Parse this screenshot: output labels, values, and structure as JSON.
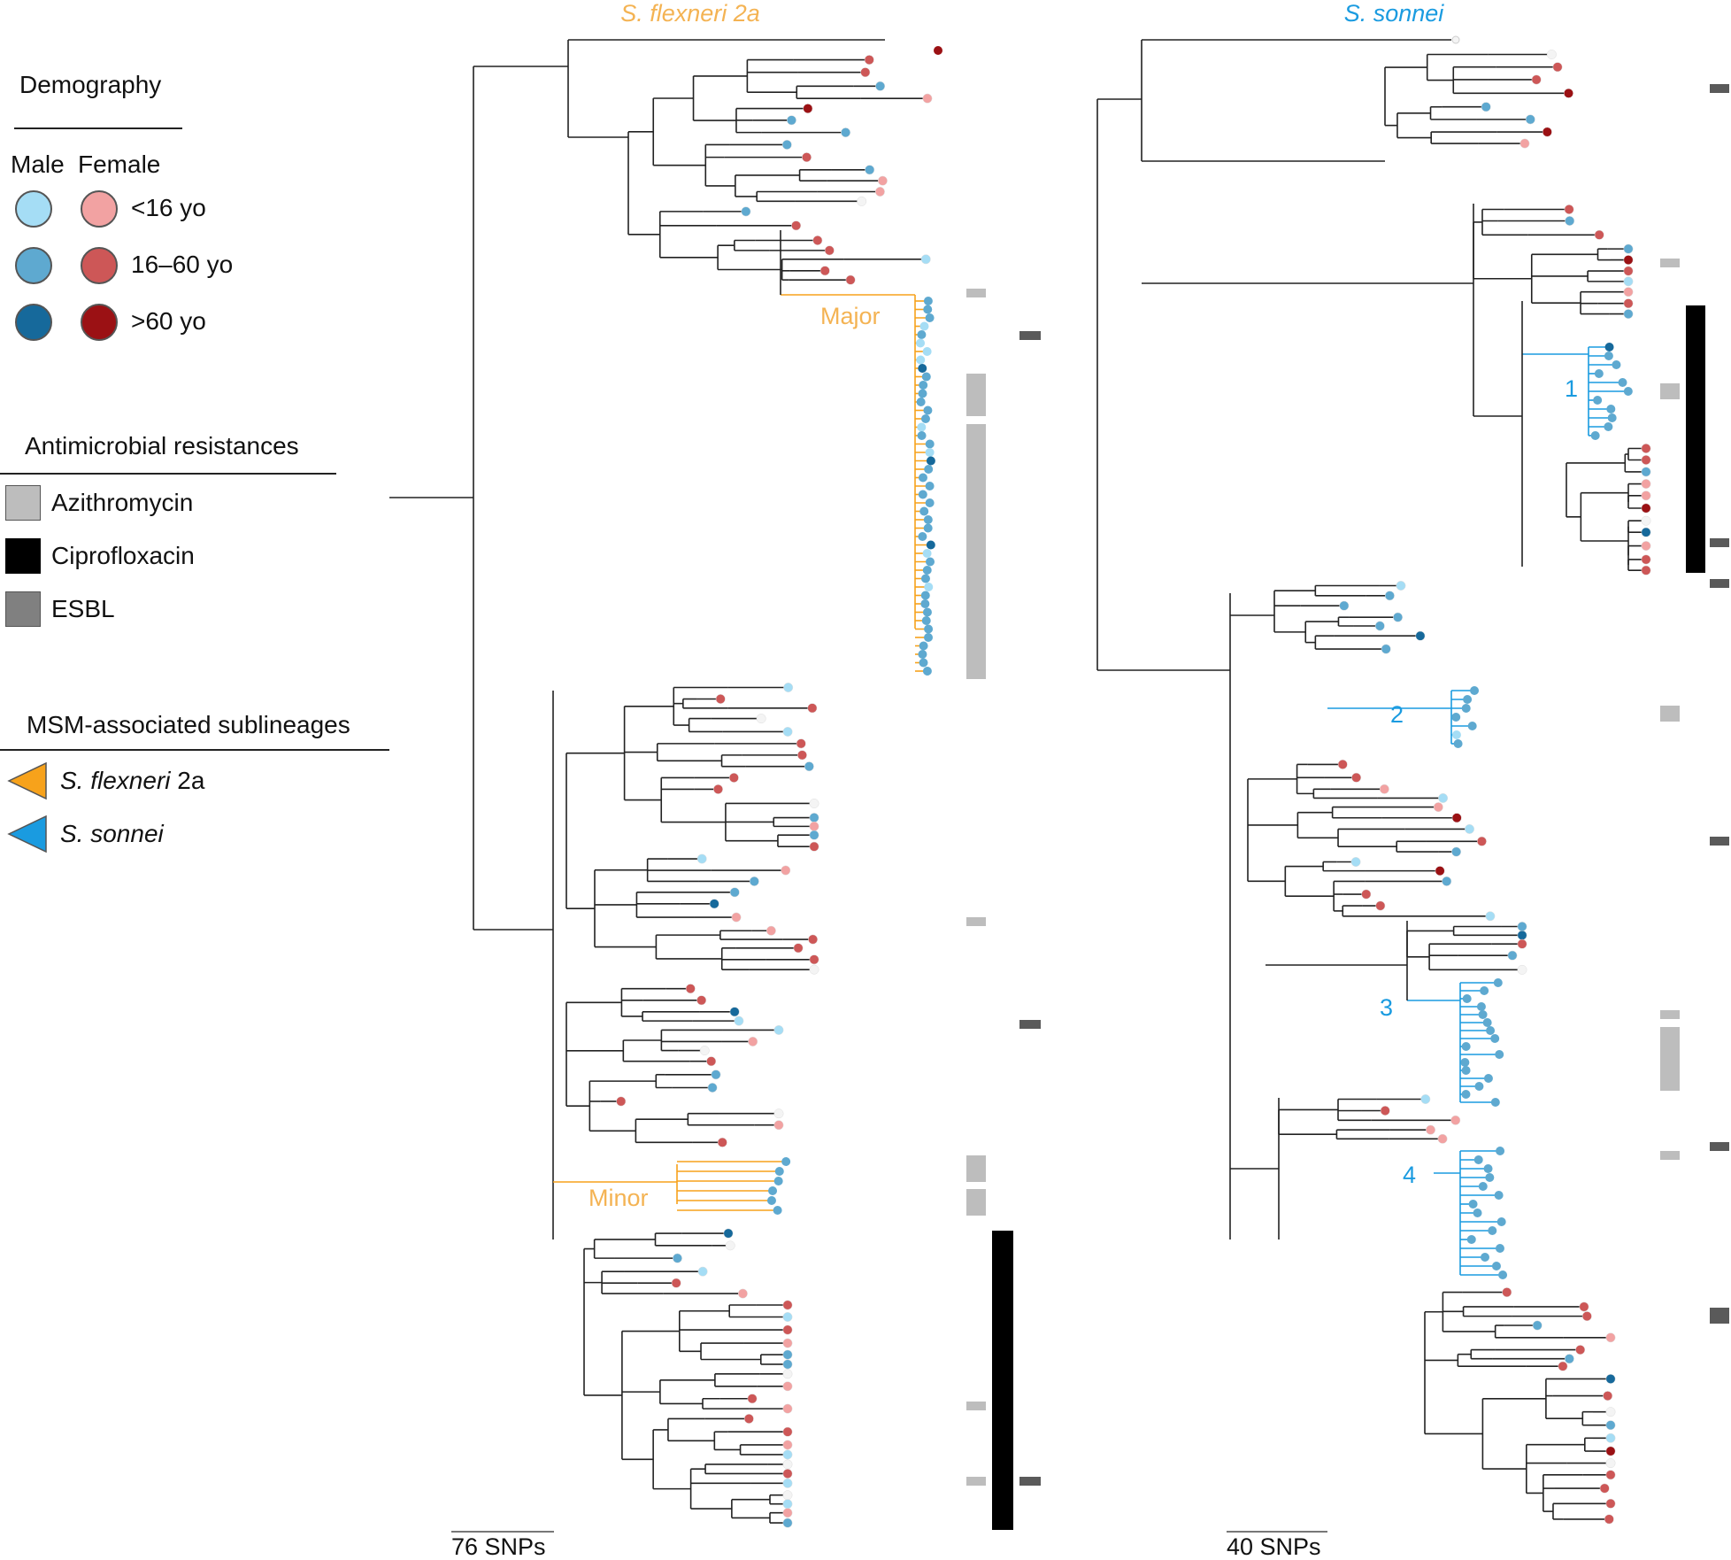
{
  "legend": {
    "demography": {
      "title": "Demography",
      "col_male": "Male",
      "col_female": "Female",
      "rows": [
        {
          "label": "<16 yo",
          "male_color": "#a5ddf5",
          "female_color": "#f2a2a2"
        },
        {
          "label": "16–60 yo",
          "male_color": "#5ea9d0",
          "female_color": "#cd5757"
        },
        {
          "label": ">60 yo",
          "male_color": "#16699b",
          "female_color": "#9b1114"
        }
      ]
    },
    "amr": {
      "title": "Antimicrobial resistances",
      "items": [
        {
          "label": "Azithromycin",
          "color": "#bdbdbd"
        },
        {
          "label": "Ciprofloxacin",
          "color": "#000000"
        },
        {
          "label": "ESBL",
          "color": "#808080"
        }
      ]
    },
    "msm": {
      "title": "MSM-associated sublineages",
      "items": [
        {
          "label_italic": "S. flexneri",
          "label_plain": " 2a",
          "color": "#f7a21b",
          "icon": "left-triangle-icon"
        },
        {
          "label_italic": "S. sonnei",
          "label_plain": "",
          "color": "#1a9be0",
          "icon": "left-triangle-icon"
        }
      ]
    }
  },
  "trees": [
    {
      "title": "S. flexneri 2a",
      "title_color": "#f4b353",
      "highlight_color": "#f7a21b",
      "scale_label": "76 SNPs",
      "highlighted_clades": [
        "Major",
        "Minor"
      ],
      "resistance_columns": [
        "Azithromycin",
        "Ciprofloxacin",
        "ESBL"
      ]
    },
    {
      "title": "S. sonnei",
      "title_color": "#1a9be0",
      "highlight_color": "#1a9be0",
      "scale_label": "40 SNPs",
      "highlighted_clades": [
        "1",
        "2",
        "3",
        "4"
      ],
      "resistance_columns": [
        "Azithromycin",
        "Ciprofloxacin",
        "ESBL"
      ]
    }
  ],
  "colors": {
    "branch": "#222222",
    "tip_unknown": "#f4f4f4",
    "azithromycin": "#bdbdbd",
    "ciprofloxacin": "#000000",
    "esbl": "#5a5a5a"
  }
}
